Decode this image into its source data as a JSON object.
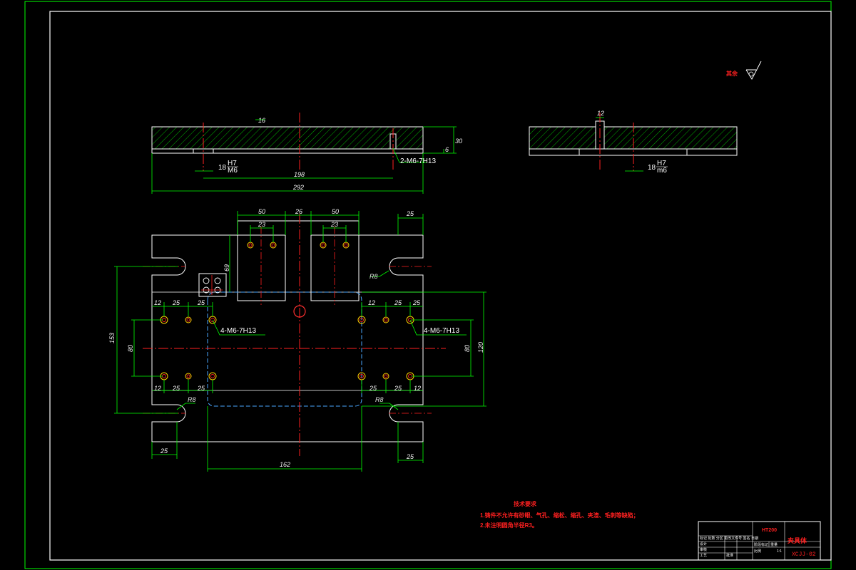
{
  "sheet": {
    "roughness_symbol_label": "其余",
    "dimensions": {
      "front_view": {
        "top_note": "16",
        "height": "30",
        "step": "6",
        "fit_h7": "H7",
        "fit_m6": "M6",
        "fit_size": "18",
        "span_inner": "198",
        "span_overall": "292",
        "callout_tapped": "2-M6-7H13"
      },
      "side_view": {
        "slot_width": "12",
        "fit_size": "18",
        "fit_h7": "H7",
        "fit_m6": "m6"
      },
      "plan_view": {
        "w50_left": "50",
        "w26": "26",
        "w50_right": "50",
        "w25_top_right": "25",
        "w23_left": "23",
        "w23_right": "23",
        "h69": "69",
        "r8_top": "R8",
        "r8_bottom_left": "R8",
        "r8_bottom_right": "R8",
        "h153": "153",
        "h80_left": "80",
        "h80_right": "80",
        "h120": "120",
        "row_pitch_12": "12",
        "row_pitch_25": "25",
        "callout_left": "4-M6-7H13",
        "callout_right": "4-M6-7H13",
        "w25_bottom_left": "25",
        "w25_bottom_right": "25",
        "w162": "162"
      }
    },
    "notes": {
      "heading": "技术要求",
      "line1": "1.铸件不允许有砂眼、气孔、缩松、缩孔、夹渣、毛刺等缺陷；",
      "line2": "2.未注明圆角半径R3。"
    },
    "title_block": {
      "material": "HT200",
      "drawing_title": "夹具体",
      "drawing_number": "XCJJ-02",
      "scale": "1:1",
      "row_labels": [
        "标记 处数 分区 更改文件号 签名 日期",
        "设计",
        "审核",
        "工艺",
        "批准"
      ],
      "small_cells": [
        "阶段标记",
        "重量",
        "比例"
      ]
    },
    "colors": {
      "frame": "#00ff00",
      "outline": "#ffffff",
      "centerline": "#ff2020",
      "hidden": "#4aa8ff",
      "dimension": "#00ff00",
      "hole": "#ffd000",
      "notes": "#ff2020"
    }
  }
}
